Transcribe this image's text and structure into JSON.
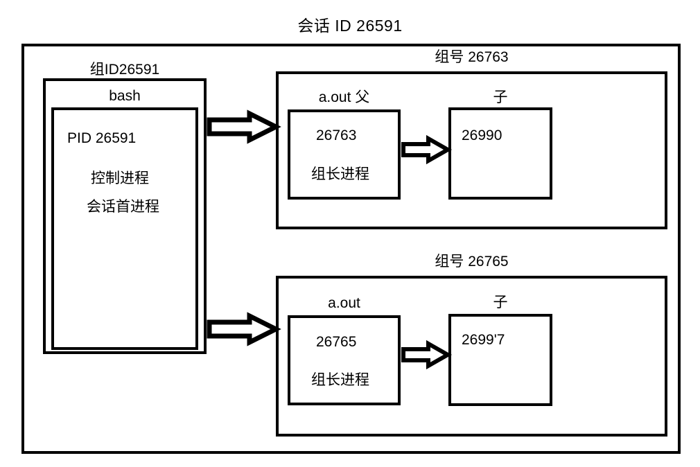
{
  "diagram": {
    "title": "会话 ID 26591",
    "session_frame_label": "session-frame",
    "colors": {
      "stroke": "#000000",
      "background": "#ffffff",
      "text": "#000000"
    },
    "bash_group": {
      "caption": "组ID26591",
      "program": "bash",
      "pid_line": "PID 26591",
      "role_line_1": "控制进程",
      "role_line_2": "会话首进程"
    },
    "groups": [
      {
        "caption": "组号 26763",
        "leader": {
          "caption": "a.out   父",
          "pid": "26763",
          "role": "组长进程"
        },
        "child": {
          "caption": "子",
          "pid": "26990"
        }
      },
      {
        "caption": "组号 26765",
        "leader": {
          "caption": "a.out",
          "pid": "26765",
          "role": "组长进程"
        },
        "child": {
          "caption": "子",
          "pid": "2699'7"
        }
      }
    ],
    "arrows": [
      {
        "name": "bash-to-group-26763"
      },
      {
        "name": "bash-to-group-26765"
      },
      {
        "name": "leader-26763-to-child-26990"
      },
      {
        "name": "leader-26765-to-child-26997"
      }
    ]
  }
}
